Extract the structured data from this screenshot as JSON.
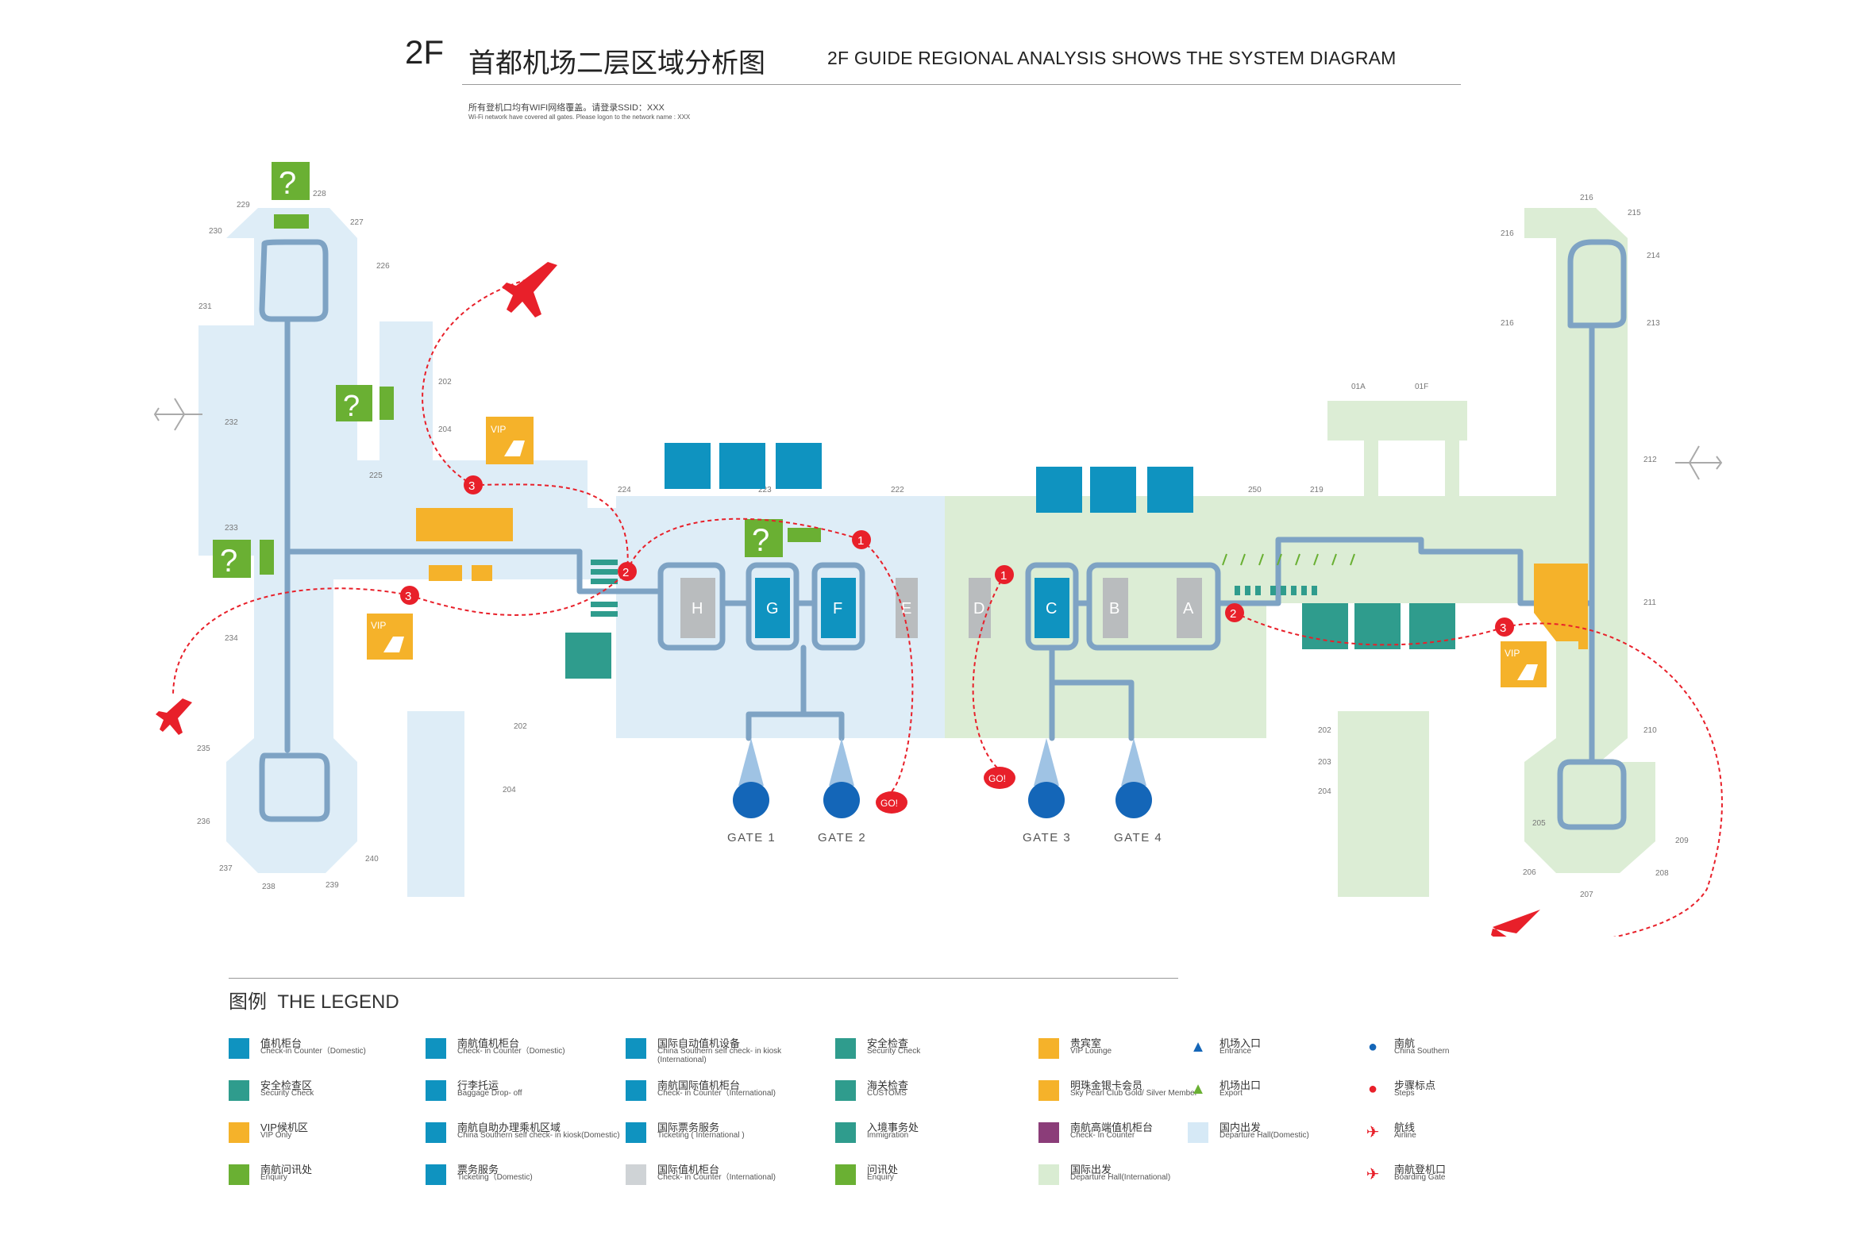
{
  "header": {
    "prefix": "2F",
    "title_cn": "首都机场二层区域分析图",
    "title_en": "2F GUIDE REGIONAL ANALYSIS SHOWS THE SYSTEM DIAGRAM",
    "wifi_cn": "所有登机口均有WIFI网络覆盖。请登录SSID：XXX",
    "wifi_en": "Wi-Fi network have covered all gates. Please logon to the network name : XXX"
  },
  "map": {
    "islands": [
      "H",
      "G",
      "F",
      "E",
      "D",
      "C",
      "B",
      "A"
    ],
    "gates": [
      "GATE 1",
      "GATE 2",
      "GATE 3",
      "GATE 4"
    ],
    "steps": [
      "1",
      "2",
      "3"
    ],
    "go_label": "GO!",
    "vip_label": "VIP",
    "question_mark": "?",
    "gate_numbers_left": [
      "228",
      "229",
      "227",
      "230",
      "226",
      "231",
      "202",
      "232",
      "204",
      "225",
      "224",
      "223",
      "222",
      "233",
      "234",
      "235",
      "236",
      "237",
      "238",
      "239",
      "240",
      "202",
      "204"
    ],
    "gate_numbers_right": [
      "216",
      "215",
      "216",
      "214",
      "216",
      "213",
      "01A",
      "01F",
      "212",
      "250",
      "219",
      "211",
      "202",
      "203",
      "204",
      "210",
      "205",
      "209",
      "206",
      "208",
      "207"
    ],
    "colors": {
      "domestic_hall": "#deedf7",
      "intl_hall": "#dcedd5",
      "path": "#7ea3c4",
      "route": "#e8202a",
      "checkin": "#0f93c0",
      "security": "#2f9c8d",
      "vip": "#f5b22a",
      "enquiry": "#6ab033",
      "closed": "#b9bcbe"
    }
  },
  "legend": {
    "title_cn": "图例",
    "title_en": "THE LEGEND",
    "items": [
      {
        "cn": "值机柜台",
        "en": "Check-in Counter（Domestic)",
        "swatch": "sw-blue",
        "icon": "checkin-counter-icon"
      },
      {
        "cn": "安全检查区",
        "en": "Security Check",
        "swatch": "sw-teal",
        "icon": "security-area-icon"
      },
      {
        "cn": "VIP候机区",
        "en": "VIP Only",
        "swatch": "sw-orange",
        "icon": "vip-area-icon"
      },
      {
        "cn": "南航问讯处",
        "en": "Enquiry",
        "swatch": "sw-green",
        "icon": "enquiry-area-icon"
      },
      {
        "cn": "南航值机柜台",
        "en": "Check- in Counter（Domestic)",
        "swatch": "sw-blue",
        "icon": "cs-checkin-icon"
      },
      {
        "cn": "行李托运",
        "en": "Baggage Drop- off",
        "swatch": "sw-blue",
        "icon": "baggage-icon"
      },
      {
        "cn": "南航自助办理乘机区域",
        "en": "China Southern self check- in kiosk(Domestic)",
        "swatch": "sw-blue",
        "icon": "self-checkin-icon"
      },
      {
        "cn": "票务服务",
        "en": "Ticketing（Domestic)",
        "swatch": "sw-blue",
        "icon": "ticketing-icon"
      },
      {
        "cn": "国际自动值机设备",
        "en": "China Southern self check- in kiosk (International)",
        "swatch": "sw-blue",
        "icon": "intl-kiosk-icon"
      },
      {
        "cn": "南航国际值机柜台",
        "en": "Check- in Counter（International)",
        "swatch": "sw-blue",
        "icon": "intl-checkin-icon"
      },
      {
        "cn": "国际票务服务",
        "en": "Ticketing ( International )",
        "swatch": "sw-blue",
        "icon": "intl-ticketing-icon"
      },
      {
        "cn": "国际值机柜台",
        "en": "Check- in Counter（International)",
        "swatch": "sw-grey",
        "icon": "intl-counter-icon"
      },
      {
        "cn": "安全检查",
        "en": "Security Check",
        "swatch": "sw-teal",
        "icon": "security-check-icon"
      },
      {
        "cn": "海关检查",
        "en": "CUSTOMS",
        "swatch": "sw-teal",
        "icon": "customs-icon"
      },
      {
        "cn": "入境事务处",
        "en": "Immigration",
        "swatch": "sw-teal",
        "icon": "immigration-icon"
      },
      {
        "cn": "问讯处",
        "en": "Enquiry",
        "swatch": "sw-green",
        "icon": "enquiry-icon"
      },
      {
        "cn": "贵宾室",
        "en": "VIP Lounge",
        "swatch": "sw-orange",
        "icon": "vip-lounge-icon"
      },
      {
        "cn": "明珠金银卡会员",
        "en": "Sky Pearl Club Gold/ Silver Member",
        "swatch": "sw-orange",
        "icon": "sky-pearl-icon"
      },
      {
        "cn": "南航高端值机柜台",
        "en": "Check- In Counter",
        "swatch": "sw-purple",
        "icon": "premium-checkin-icon"
      },
      {
        "cn": "国际出发",
        "en": "Departure Hall(International)",
        "swatch": "sw-lightgreen",
        "icon": "intl-departure-icon"
      },
      {
        "cn": "机场入口",
        "en": "Entrance",
        "swatch": "none",
        "icon": "entrance-icon"
      },
      {
        "cn": "机场出口",
        "en": "Export",
        "swatch": "none",
        "icon": "exit-icon"
      },
      {
        "cn": "国内出发",
        "en": "Departure Hall(Domestic)",
        "swatch": "sw-lightblue",
        "icon": "domestic-departure-icon"
      },
      {
        "cn": "南航",
        "en": "China Southern",
        "swatch": "none",
        "icon": "china-southern-icon"
      },
      {
        "cn": "步骤标点",
        "en": "Steps",
        "swatch": "none",
        "icon": "step-marker-icon"
      },
      {
        "cn": "航线",
        "en": "Airline",
        "swatch": "none",
        "icon": "airline-icon"
      },
      {
        "cn": "南航登机口",
        "en": "Boarding Gate",
        "swatch": "none",
        "icon": "boarding-gate-icon"
      }
    ]
  }
}
